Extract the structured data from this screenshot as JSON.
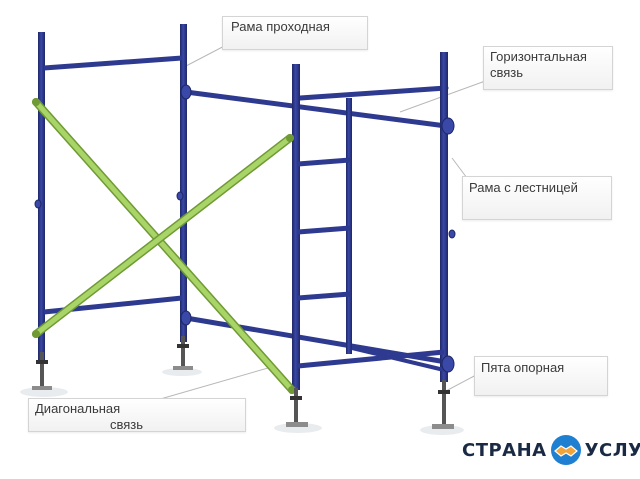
{
  "labels": {
    "walkthrough_frame": "Рама проходная",
    "horizontal_tie": "Горизонтальная связь",
    "horizontal_tie_line1": "Горизонтальная",
    "horizontal_tie_line2": "связь",
    "ladder_frame": "Рама с лестницей",
    "base_plate": "Пята опорная",
    "diagonal_tie_line1": "Диагональная",
    "diagonal_tie_line2": "связь"
  },
  "brand": {
    "left": "СТРАНА",
    "right": "УСЛУГ",
    "logo_icon": "handshake-icon"
  },
  "colors": {
    "frame_blue": "#2e3a8f",
    "frame_blue_dark": "#1e2766",
    "diagonal_green": "#9ccc5a",
    "diagonal_green_dark": "#6f9a34",
    "base_gray": "#8c8c8c",
    "brand_blue": "#1f7fd0",
    "brand_orange": "#f2a33a",
    "brand_text": "#1b2a44"
  }
}
